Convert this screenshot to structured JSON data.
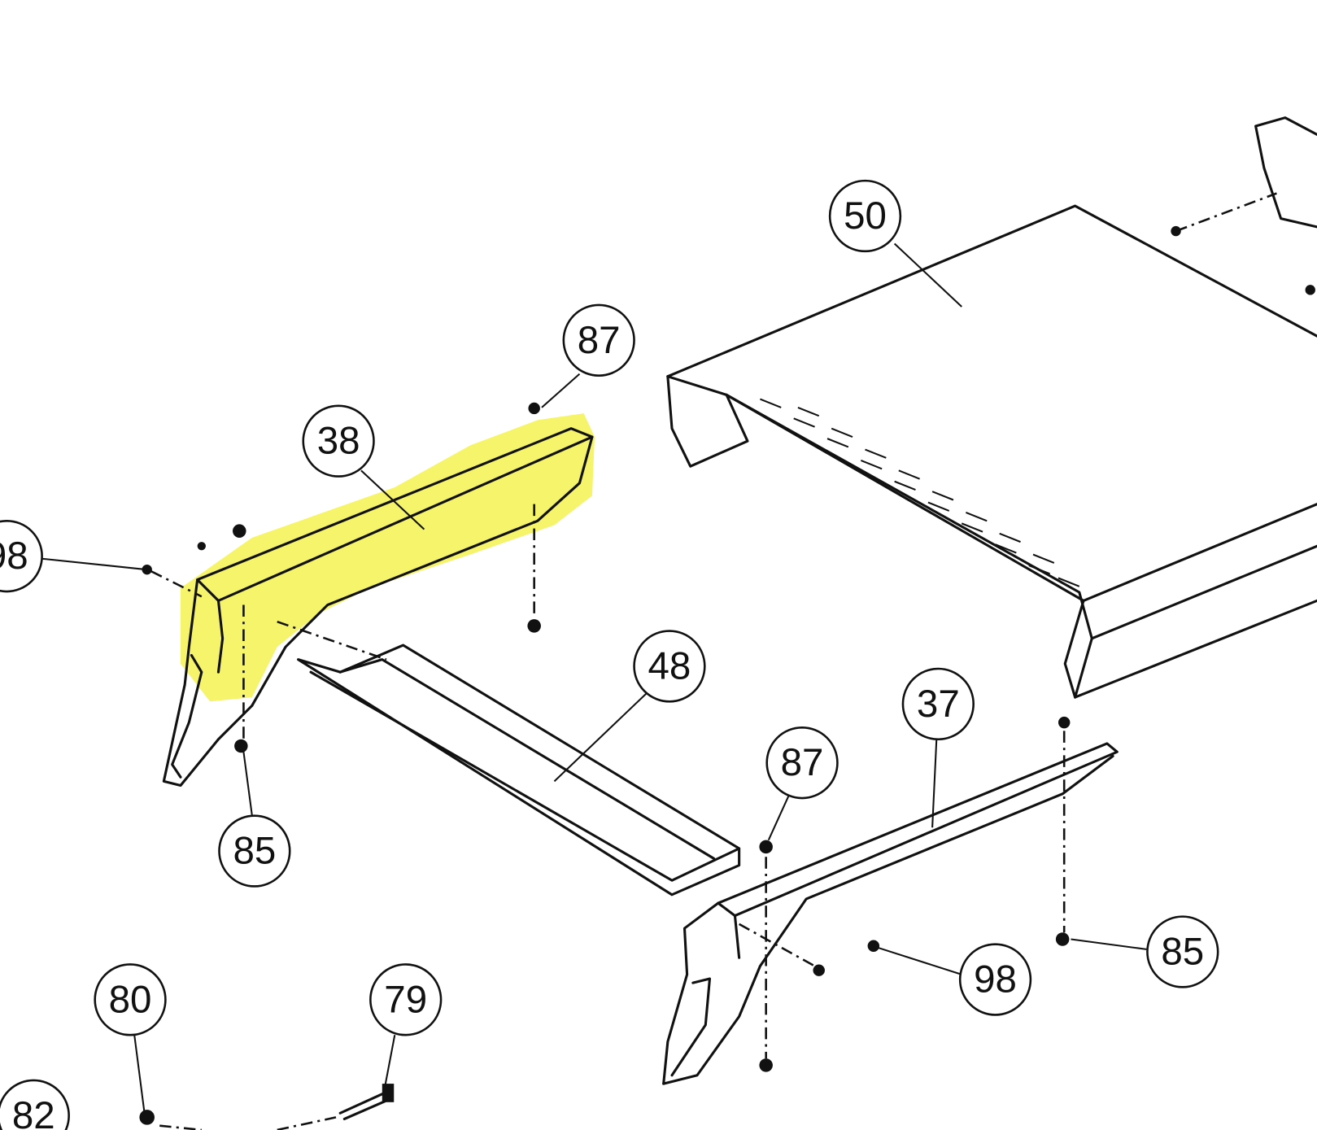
{
  "callouts": {
    "c50": "50",
    "c87a": "87",
    "c38": "38",
    "c98a": "98",
    "c48": "48",
    "c85a": "85",
    "c87b": "87",
    "c37": "37",
    "c85b": "85",
    "c98b": "98",
    "c80": "80",
    "c79": "79",
    "c82": "82"
  },
  "highlight_color": "#f2f03a"
}
